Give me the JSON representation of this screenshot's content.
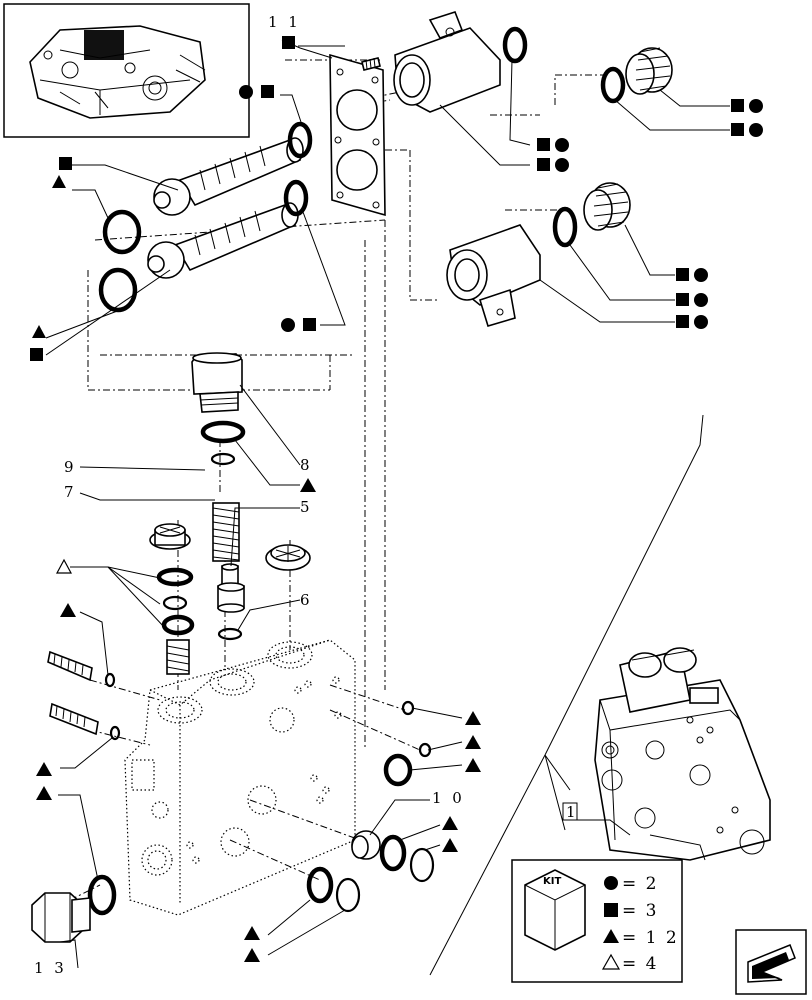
{
  "labels": {
    "l11": "1 1",
    "l9": "9",
    "l7": "7",
    "l8": "8",
    "l5": "5",
    "l6": "6",
    "l10": "1 0",
    "l13": "1 3",
    "l1": "1"
  },
  "legend": {
    "kit": "KIT",
    "circle": "= 2",
    "square": "= 3",
    "triangle": "= 1 2",
    "triangle_outline": "= 4"
  },
  "icons": [
    "kit-box-icon",
    "circle-symbol",
    "square-symbol",
    "triangle-symbol",
    "triangle-outline-symbol",
    "navigation-arrow-icon"
  ]
}
